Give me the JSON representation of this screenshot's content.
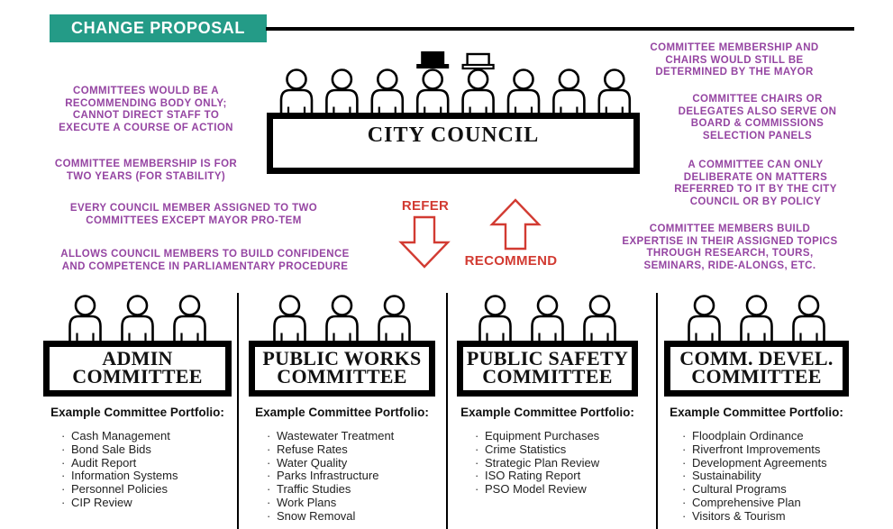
{
  "banner": {
    "label": "CHANGE PROPOSAL",
    "bg_color": "#249b87"
  },
  "colors": {
    "accent_green": "#249b87",
    "annotation_purple": "#9545a2",
    "arrow_red": "#d23b32",
    "line_black": "#000000"
  },
  "icons": {
    "person": "person-icon",
    "mayor_hat": "black-top-hat-icon",
    "pro_tem_hat": "white-top-hat-icon"
  },
  "council": {
    "title": "CITY COUNCIL",
    "member_count": 8,
    "mayor_hat_index": 3,
    "protem_hat_index": 4
  },
  "arrows": {
    "refer_label": "REFER",
    "recommend_label": "RECOMMEND"
  },
  "annotations": {
    "left": [
      "COMMITTEES WOULD BE A\nRECOMMENDING BODY ONLY;\nCANNOT DIRECT STAFF TO\nEXECUTE A COURSE OF ACTION",
      "COMMITTEE MEMBERSHIP IS FOR\nTWO YEARS (FOR STABILITY)",
      "EVERY COUNCIL MEMBER ASSIGNED TO TWO\nCOMMITTEES EXCEPT MAYOR PRO-TEM",
      "ALLOWS COUNCIL MEMBERS TO BUILD CONFIDENCE\nAND COMPETENCE IN PARLIAMENTARY PROCEDURE"
    ],
    "right": [
      "COMMITTEE MEMBERSHIP AND\nCHAIRS WOULD STILL BE\nDETERMINED BY THE MAYOR",
      "COMMITTEE CHAIRS OR\nDELEGATES ALSO SERVE ON\nBOARD & COMMISSIONS\nSELECTION PANELS",
      "A COMMITTEE CAN ONLY\nDELIBERATE ON MATTERS\nREFERRED TO IT BY THE CITY\nCOUNCIL OR BY POLICY",
      "COMMITTEE MEMBERS BUILD\nEXPERTISE IN THEIR ASSIGNED TOPICS\nTHROUGH RESEARCH, TOURS,\nSEMINARS, RIDE-ALONGS, ETC."
    ]
  },
  "portfolio_header": "Example Committee Portfolio:",
  "committees": [
    {
      "name_line1": "ADMIN",
      "name_line2": "COMMITTEE",
      "member_count": 3,
      "items": [
        "Cash Management",
        "Bond Sale Bids",
        "Audit Report",
        "Information Systems",
        "Personnel Policies",
        "CIP Review"
      ]
    },
    {
      "name_line1": "PUBLIC WORKS",
      "name_line2": "COMMITTEE",
      "member_count": 3,
      "items": [
        "Wastewater Treatment",
        "Refuse Rates",
        "Water Quality",
        "Parks Infrastructure",
        "Traffic Studies",
        "Work Plans",
        "Snow Removal"
      ]
    },
    {
      "name_line1": "PUBLIC SAFETY",
      "name_line2": "COMMITTEE",
      "member_count": 3,
      "items": [
        "Equipment Purchases",
        "Crime Statistics",
        "Strategic Plan Review",
        "ISO Rating Report",
        "PSO Model Review"
      ]
    },
    {
      "name_line1": "COMM. DEVEL.",
      "name_line2": "COMMITTEE",
      "member_count": 3,
      "items": [
        "Floodplain Ordinance",
        "Riverfront Improvements",
        "Development Agreements",
        "Sustainability",
        "Cultural Programs",
        "Comprehensive Plan",
        "Visitors & Tourism"
      ]
    }
  ]
}
